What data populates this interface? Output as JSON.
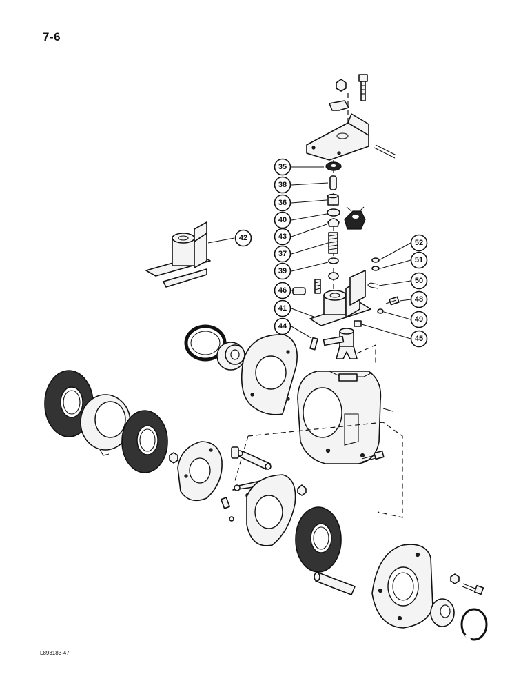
{
  "page": {
    "number": "7-6",
    "figure_id": "L893183-47"
  },
  "callouts": [
    {
      "n": "35"
    },
    {
      "n": "38"
    },
    {
      "n": "36"
    },
    {
      "n": "40"
    },
    {
      "n": "43"
    },
    {
      "n": "37"
    },
    {
      "n": "39"
    },
    {
      "n": "42"
    },
    {
      "n": "46"
    },
    {
      "n": "41"
    },
    {
      "n": "44"
    },
    {
      "n": "52"
    },
    {
      "n": "51"
    },
    {
      "n": "50"
    },
    {
      "n": "48"
    },
    {
      "n": "49"
    },
    {
      "n": "45"
    }
  ]
}
